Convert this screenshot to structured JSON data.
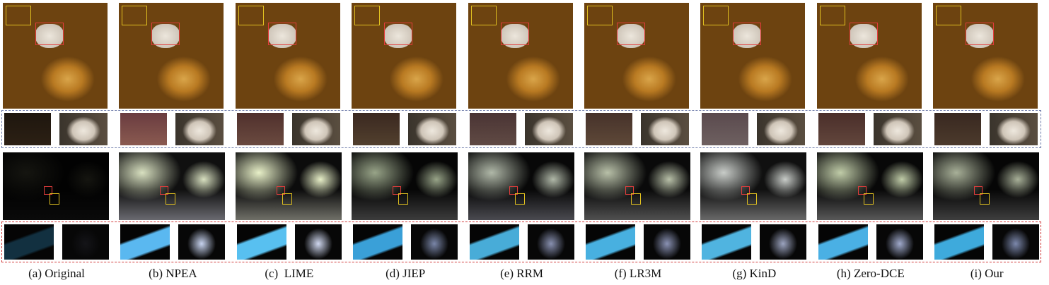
{
  "captions": [
    "(a) Original",
    "(b) NPEA",
    "(c)  LIME",
    "(d) JIEP",
    "(e) RRM",
    "(f) LR3M",
    "(g) KinD",
    "(h) Zero-DCE",
    "(i) Our"
  ],
  "colors": {
    "dash_top": "#6a78a8",
    "dash_bottom": "#d23a3a",
    "box_yellow": "#e0c020",
    "box_red": "#e33c3c"
  }
}
